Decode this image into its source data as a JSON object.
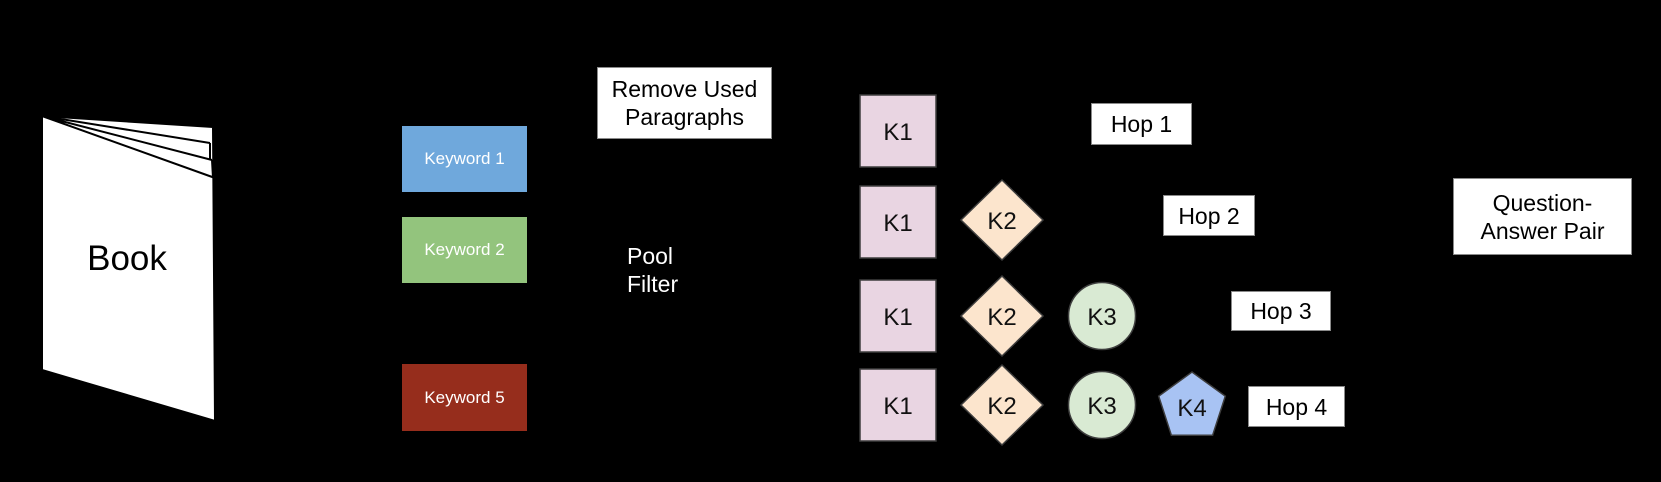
{
  "colors": {
    "background": "#000000",
    "keyword1": "#6fa8dc",
    "keyword2": "#93c47d",
    "keyword5": "#962d1c",
    "k1_square": "#e9d5e2",
    "k2_diamond": "#fce5cd",
    "k3_circle": "#d9ead3",
    "k4_pentagon": "#a8c3f3",
    "box_bg": "#ffffff",
    "box_text": "#000000",
    "light_text": "#ffffff"
  },
  "book": {
    "label": "Book"
  },
  "keywords": [
    {
      "label": "Keyword 1"
    },
    {
      "label": "Keyword 2"
    },
    {
      "label": "Keyword 5"
    }
  ],
  "filter": {
    "remove_used": "Remove Used\nParagraphs",
    "pool_filter": "Pool\nFilter"
  },
  "chain_nodes": {
    "k1": "K1",
    "k2": "K2",
    "k3": "K3",
    "k4": "K4"
  },
  "hops": [
    {
      "label": "Hop 1"
    },
    {
      "label": "Hop 2"
    },
    {
      "label": "Hop 3"
    },
    {
      "label": "Hop 4"
    }
  ],
  "output": {
    "qa_pair": "Question-\nAnswer Pair"
  }
}
